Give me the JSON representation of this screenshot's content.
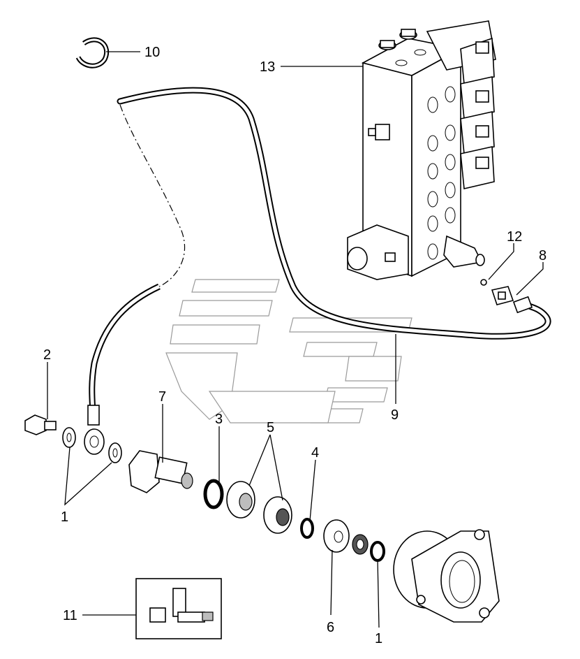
{
  "callouts": [
    {
      "id": "c1a",
      "label": "1"
    },
    {
      "id": "c1b",
      "label": "1"
    },
    {
      "id": "c2",
      "label": "2"
    },
    {
      "id": "c3",
      "label": "3"
    },
    {
      "id": "c4",
      "label": "4"
    },
    {
      "id": "c5",
      "label": "5"
    },
    {
      "id": "c6",
      "label": "6"
    },
    {
      "id": "c7",
      "label": "7"
    },
    {
      "id": "c8",
      "label": "8"
    },
    {
      "id": "c9",
      "label": "9"
    },
    {
      "id": "c10",
      "label": "10"
    },
    {
      "id": "c11",
      "label": "11"
    },
    {
      "id": "c12",
      "label": "12"
    },
    {
      "id": "c13",
      "label": "13"
    }
  ],
  "colors": {
    "line": "#000000",
    "shade": "#bdbdbd",
    "watermark": "#9a9a9a"
  }
}
